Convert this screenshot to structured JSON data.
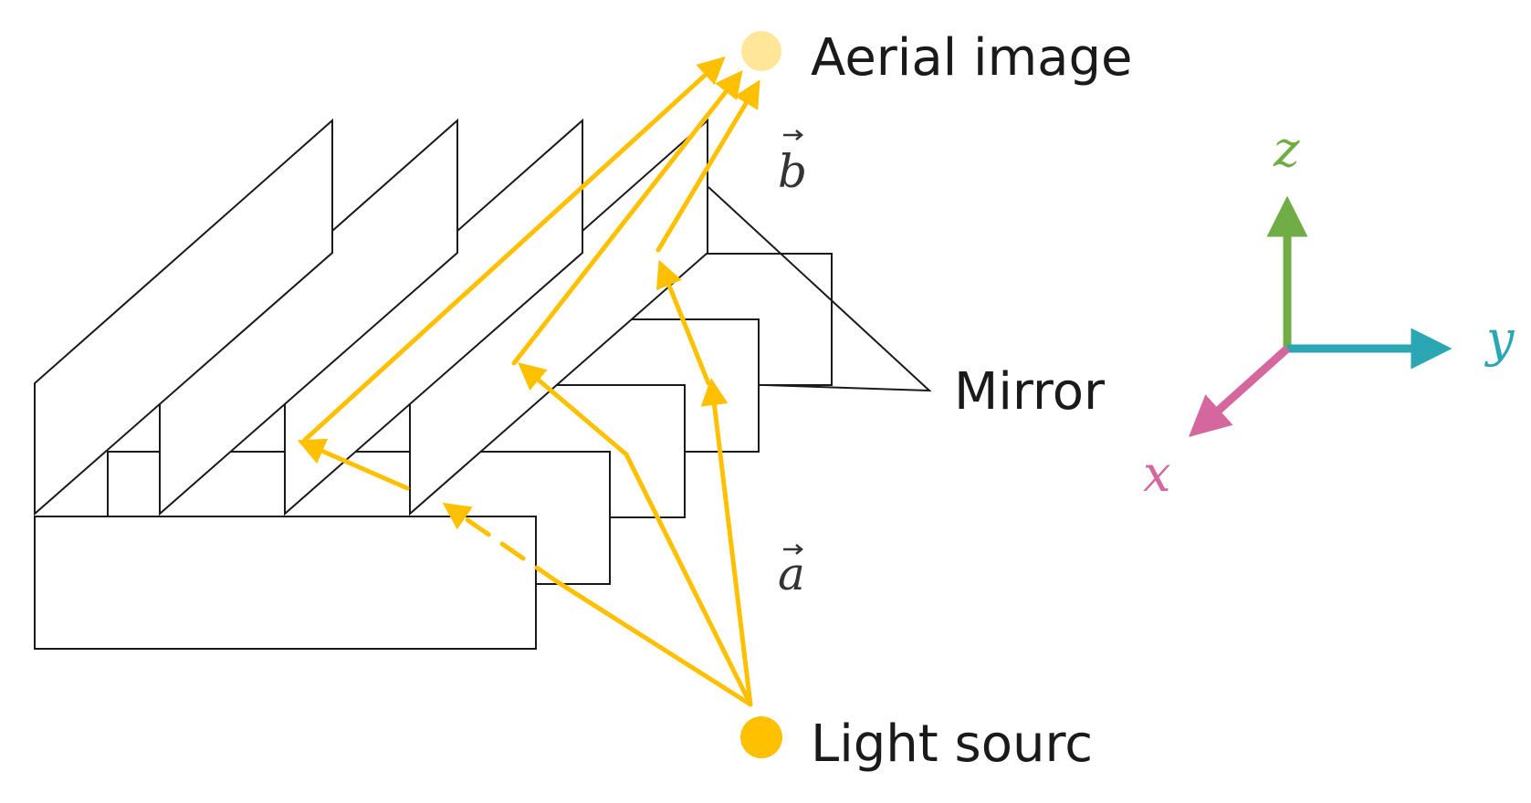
{
  "labels": {
    "aerial_image": "Aerial image",
    "light_source": "Light sourc",
    "mirror": "Mirror",
    "vector_b": "b",
    "vector_a": "a"
  },
  "axes": {
    "x": "x",
    "y": "y",
    "z": "z"
  },
  "colors": {
    "ray": "#FFC000",
    "light_source": "#FFC000",
    "aerial_image": "#FFE699",
    "axis_x": "#D4679E",
    "axis_y": "#2AA6B5",
    "axis_z": "#70AD47",
    "outline": "#1A1A1A"
  }
}
